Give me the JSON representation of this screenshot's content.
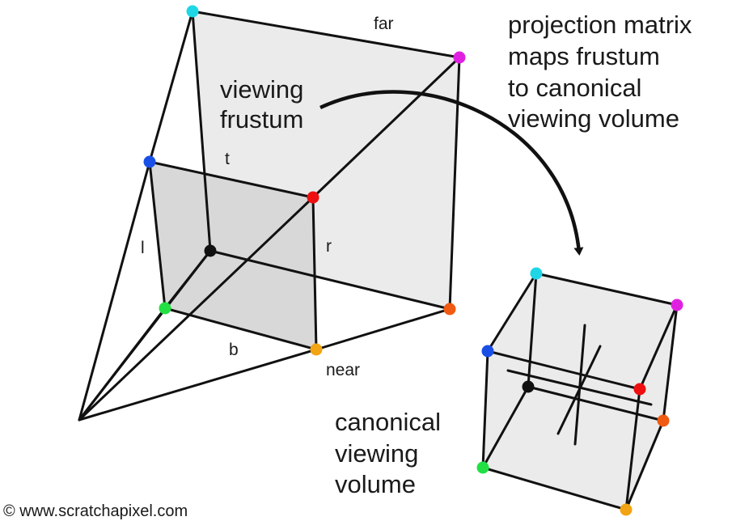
{
  "labels": {
    "far": "far",
    "near": "near",
    "t": "t",
    "b": "b",
    "l": "l",
    "r": "r",
    "viewing_frustum": [
      "viewing",
      "frustum"
    ],
    "projection_note": [
      "projection matrix",
      "maps frustum",
      "to canonical",
      "viewing volume"
    ],
    "canonical_volume": [
      "canonical",
      "viewing",
      "volume"
    ],
    "credit": "© www.scratchapixel.com"
  },
  "colors": {
    "cyan": "#1fd6e6",
    "magenta": "#e020e0",
    "blue": "#1a4fe6",
    "red": "#ee1010",
    "green": "#22e044",
    "orange": "#f05a12",
    "amber": "#f2a412",
    "black": "#111111",
    "face_fill": "#ebebeb",
    "near_face_fill": "#d7d7d7"
  }
}
